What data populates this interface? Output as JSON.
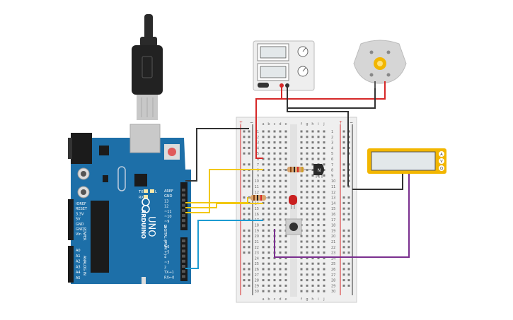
{
  "arduino": {
    "brand": "ARDUINO",
    "model": "UNO",
    "digital_header": "DIGITAL (PWM ~)",
    "power_header": "POWER",
    "analog_header": "ANALOG IN",
    "top_pins": [
      "AREF",
      "GND",
      "13",
      "12",
      "~11",
      "~10",
      "~9",
      "8"
    ],
    "bottom_pins": [
      "7",
      "~6",
      "~5",
      "4",
      "~3",
      "2",
      "TX→1",
      "RX←0"
    ],
    "power_pins": [
      "IOREF",
      "RESET",
      "3.3V",
      "5V",
      "GND",
      "GND",
      "Vin"
    ],
    "analog_pins": [
      "A0",
      "A1",
      "A2",
      "A3",
      "A4",
      "A5"
    ],
    "led_labels": [
      "TX",
      "RX",
      "L"
    ],
    "board_color": "#1d6fa8"
  },
  "breadboard": {
    "columns_left": [
      "a",
      "b",
      "c",
      "d",
      "e"
    ],
    "columns_right": [
      "f",
      "g",
      "h",
      "i",
      "j"
    ],
    "rail_plus": "+",
    "rail_minus": "−",
    "rows": [
      "1",
      "2",
      "3",
      "4",
      "5",
      "6",
      "7",
      "8",
      "9",
      "10",
      "11",
      "12",
      "13",
      "14",
      "15",
      "16",
      "17",
      "18",
      "19",
      "20",
      "21",
      "22",
      "23",
      "24",
      "25",
      "26",
      "27",
      "28",
      "29",
      "30"
    ]
  },
  "transistor": {
    "label": "N"
  },
  "multimeter": {
    "buttons": [
      "A",
      "V",
      "Ω"
    ]
  },
  "motor": {
    "icon": "dc-motor-icon"
  },
  "power_supply": {
    "icon": "power-supply-icon"
  },
  "wire_colors": {
    "black": "#333333",
    "red": "#d62828",
    "yellow": "#f2c811",
    "blue": "#1d9bd1",
    "purple": "#7a2f8f"
  }
}
